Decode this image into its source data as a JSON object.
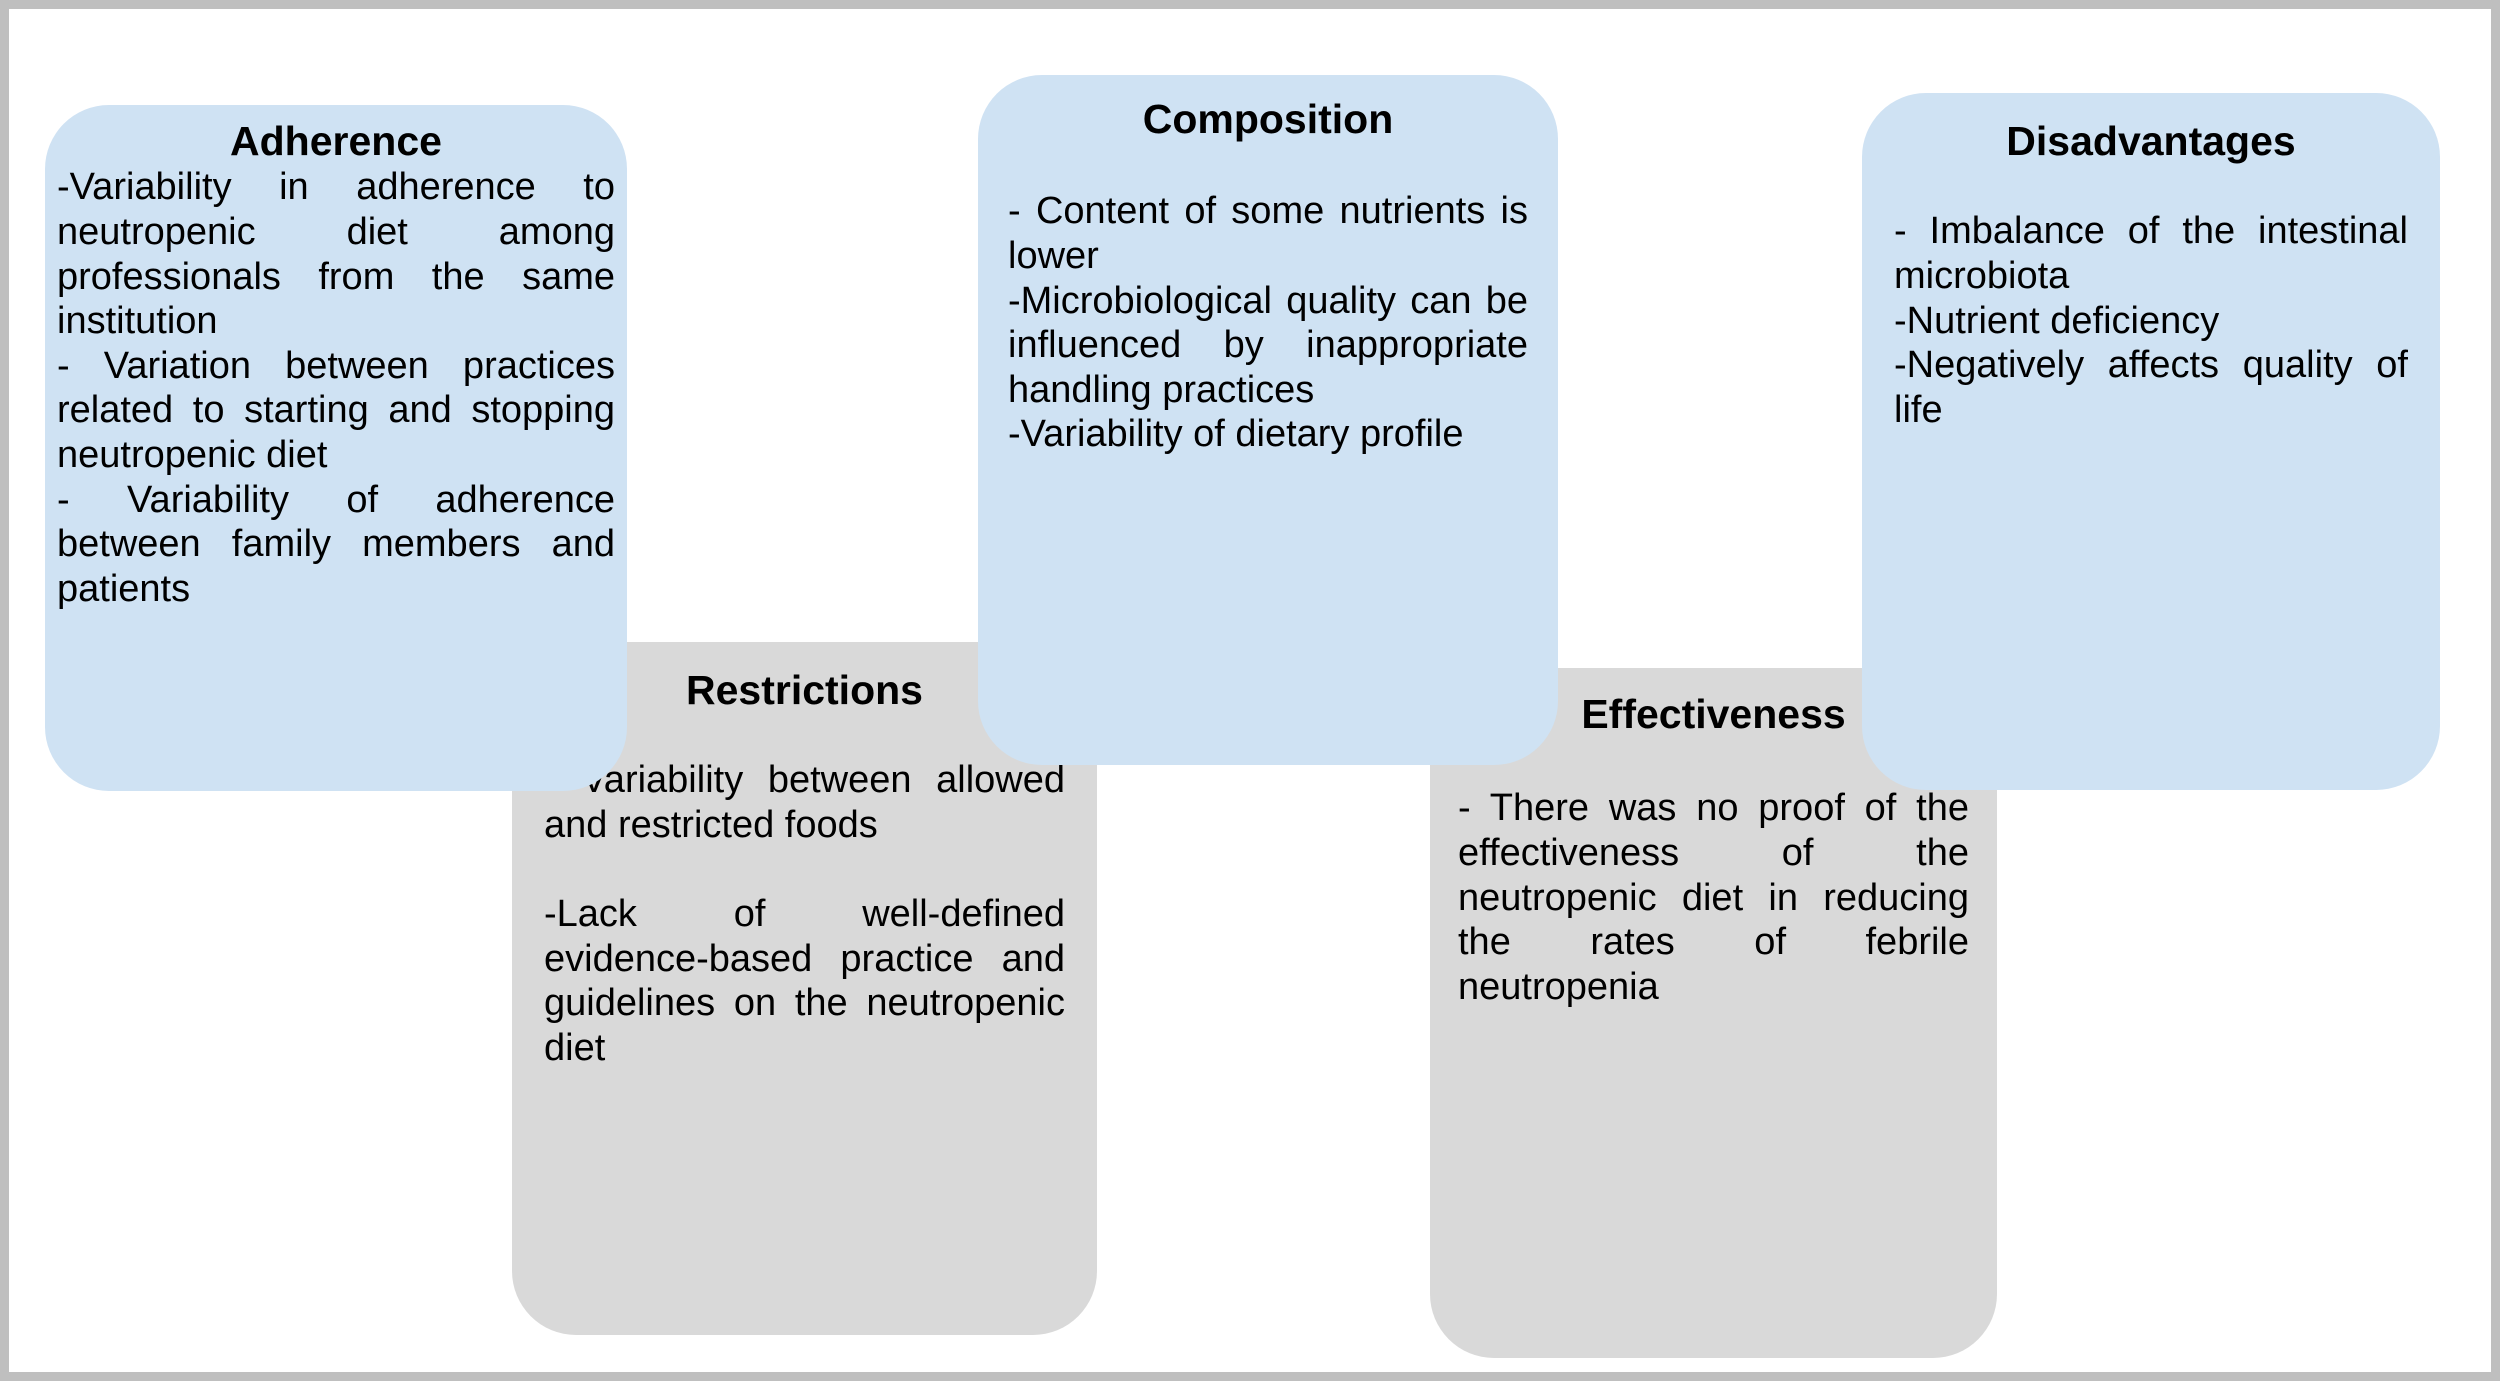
{
  "figure": {
    "kind": "concept-map",
    "background_color": "#ffffff",
    "frame_color": "#bfbfbf",
    "blue_fill": "#cfe2f3",
    "gray_fill": "#d9d9d9",
    "text_color": "#000000"
  },
  "cards": [
    {
      "id": "adherence",
      "title": "Adherence",
      "fill": "blue",
      "lines": [
        "-Variability in adherence to neutropenic diet among professionals from the same institution",
        "- Variation between practices related to starting and stopping neutropenic diet",
        "- Variability of adherence between family members and patients"
      ]
    },
    {
      "id": "composition",
      "title": "Composition",
      "fill": "blue",
      "lines": [
        "-  Content  of  some nutrients is lower",
        "-Microbiological quality can be influenced by inappropriate handling practices",
        "-Variability of dietary profile"
      ]
    },
    {
      "id": "disadvantages",
      "title": "Disadvantages",
      "fill": "blue",
      "lines": [
        "-  Imbalance  of  the intestinal microbiota",
        "-Nutrient deficiency",
        "-Negatively affects quality of life"
      ]
    },
    {
      "id": "restrictions",
      "title": "Restrictions",
      "fill": "gray",
      "lines": [
        "-  Variability  between allowed and restricted foods",
        "-Lack of well-defined evidence-based practice and guidelines on the neutropenic diet"
      ],
      "blank_line_before_index": 1
    },
    {
      "id": "effectiveness",
      "title": "Effectiveness",
      "fill": "gray",
      "lines": [
        "- There was no proof of the effectiveness of the neutropenic diet in reducing the rates of febrile neutropenia"
      ]
    }
  ]
}
